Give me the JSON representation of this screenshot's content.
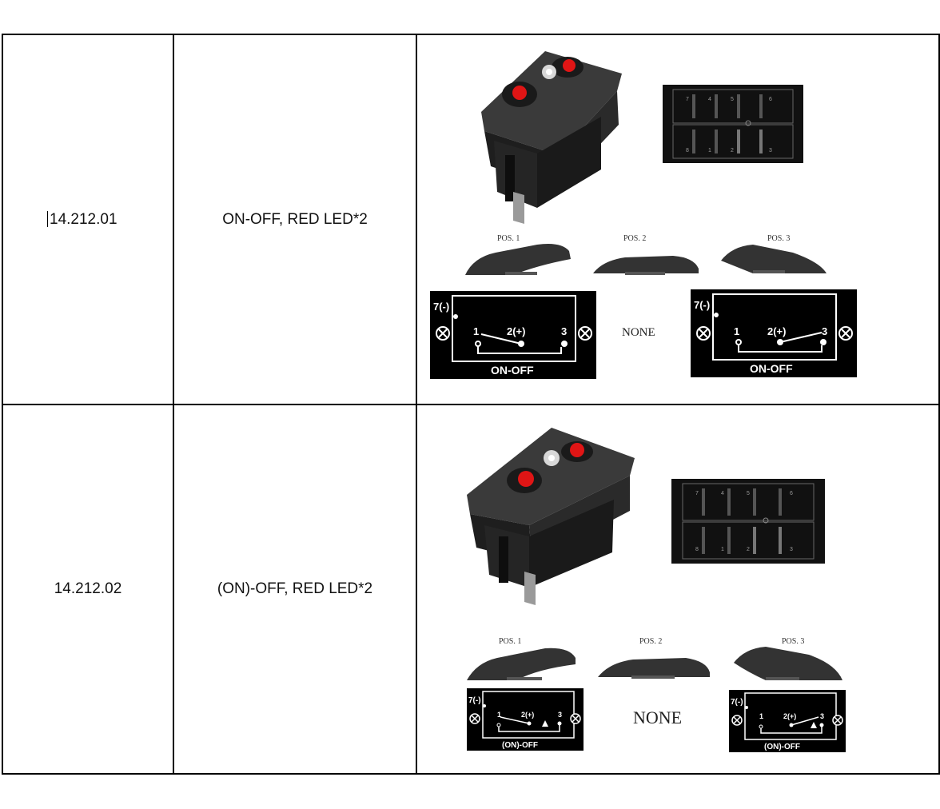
{
  "rows": [
    {
      "code": "14.212.01",
      "description": "ON-OFF, RED LED*2",
      "positions": [
        "POS. 1",
        "POS. 2",
        "POS. 3"
      ],
      "middle_label": "NONE",
      "diagram_left": {
        "ground": "7(-)",
        "t1": "1",
        "t2": "2(+)",
        "t3": "3",
        "caption": "ON-OFF"
      },
      "diagram_right": {
        "ground": "7(-)",
        "t1": "1",
        "t2": "2(+)",
        "t3": "3",
        "caption": "ON-OFF"
      },
      "rear_terminals_top": [
        "7",
        "4",
        "5",
        "6"
      ],
      "rear_terminals_bottom": [
        "8",
        "1",
        "2",
        "3"
      ]
    },
    {
      "code": "14.212.02",
      "description": "(ON)-OFF, RED LED*2",
      "positions": [
        "POS. 1",
        "POS. 2",
        "POS. 3"
      ],
      "middle_label": "NONE",
      "diagram_left": {
        "ground": "7(-)",
        "t1": "1",
        "t2": "2(+)",
        "t3": "3",
        "caption": "(ON)-OFF"
      },
      "diagram_right": {
        "ground": "7(-)",
        "t1": "1",
        "t2": "2(+)",
        "t3": "3",
        "caption": "(ON)-OFF"
      },
      "rear_terminals_top": [
        "7",
        "4",
        "5",
        "6"
      ],
      "rear_terminals_bottom": [
        "8",
        "1",
        "2",
        "3"
      ]
    }
  ],
  "colors": {
    "led": "#e01515",
    "housing": "#2b2b2b",
    "diagram_bg": "#000000"
  }
}
